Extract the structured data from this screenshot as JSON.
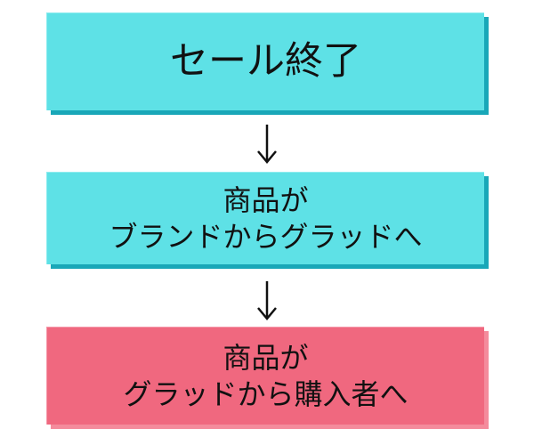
{
  "flow": {
    "steps": [
      {
        "lines": [
          "セール終了"
        ],
        "color": "#5ee1e6"
      },
      {
        "lines": [
          "商品が",
          "ブランドからグラッドへ"
        ],
        "color": "#5ee1e6"
      },
      {
        "lines": [
          "商品が",
          "グラッドから購入者へ"
        ],
        "color": "#f0687f"
      }
    ],
    "connector": "down-arrow-icon"
  }
}
